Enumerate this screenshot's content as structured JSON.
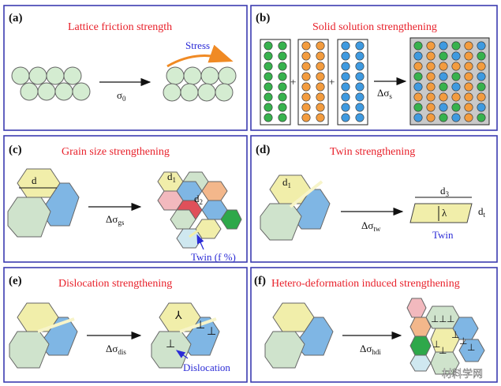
{
  "panels": {
    "a": {
      "label": "(a)",
      "title": "Lattice friction strength",
      "symbol": "σ",
      "sub": "0",
      "stress": "Stress"
    },
    "b": {
      "label": "(b)",
      "title": "Solid solution strengthening",
      "symbol": "Δσ",
      "sub": "s",
      "plus": "+"
    },
    "c": {
      "label": "(c)",
      "title": "Grain size strengthening",
      "symbol": "Δσ",
      "sub": "gs",
      "d": "d",
      "d1": "d",
      "d1_sub": "1",
      "d2": "d",
      "d2_sub": "2",
      "twin": "Twin (f %)"
    },
    "d": {
      "label": "(d)",
      "title": "Twin strengthening",
      "symbol": "Δσ",
      "sub": "tw",
      "d1": "d",
      "d1_sub": "1",
      "d3": "d",
      "d3_sub": "3",
      "dt": "d",
      "dt_sub": "t",
      "lambda": "λ",
      "twin": "Twin"
    },
    "e": {
      "label": "(e)",
      "title": "Dislocation strengthening",
      "symbol": "Δσ",
      "sub": "dis",
      "dislocation": "Dislocation"
    },
    "f": {
      "label": "(f)",
      "title": "Hetero-deformation induced strengthening",
      "symbol": "Δσ",
      "sub": "hdi"
    }
  },
  "watermark": "材料学网",
  "colors": {
    "frame": "#3b3bb0",
    "title": "#e8202a",
    "circle": "#d4ecd1",
    "yellow": "#f1eeaa",
    "blue": "#7fb6e4",
    "green": "#cfe3cc",
    "pink": "#f2b9be",
    "orange": "#f3b78b",
    "red": "#e0505a",
    "dgreen": "#2ea84a",
    "lblue": "#cfe8f0",
    "b_green": "#37b24d",
    "b_orange": "#f39c3f",
    "b_blue": "#3f9ae0",
    "b_bg": "#c9c9c9",
    "arrow_orange": "#f08a24"
  }
}
